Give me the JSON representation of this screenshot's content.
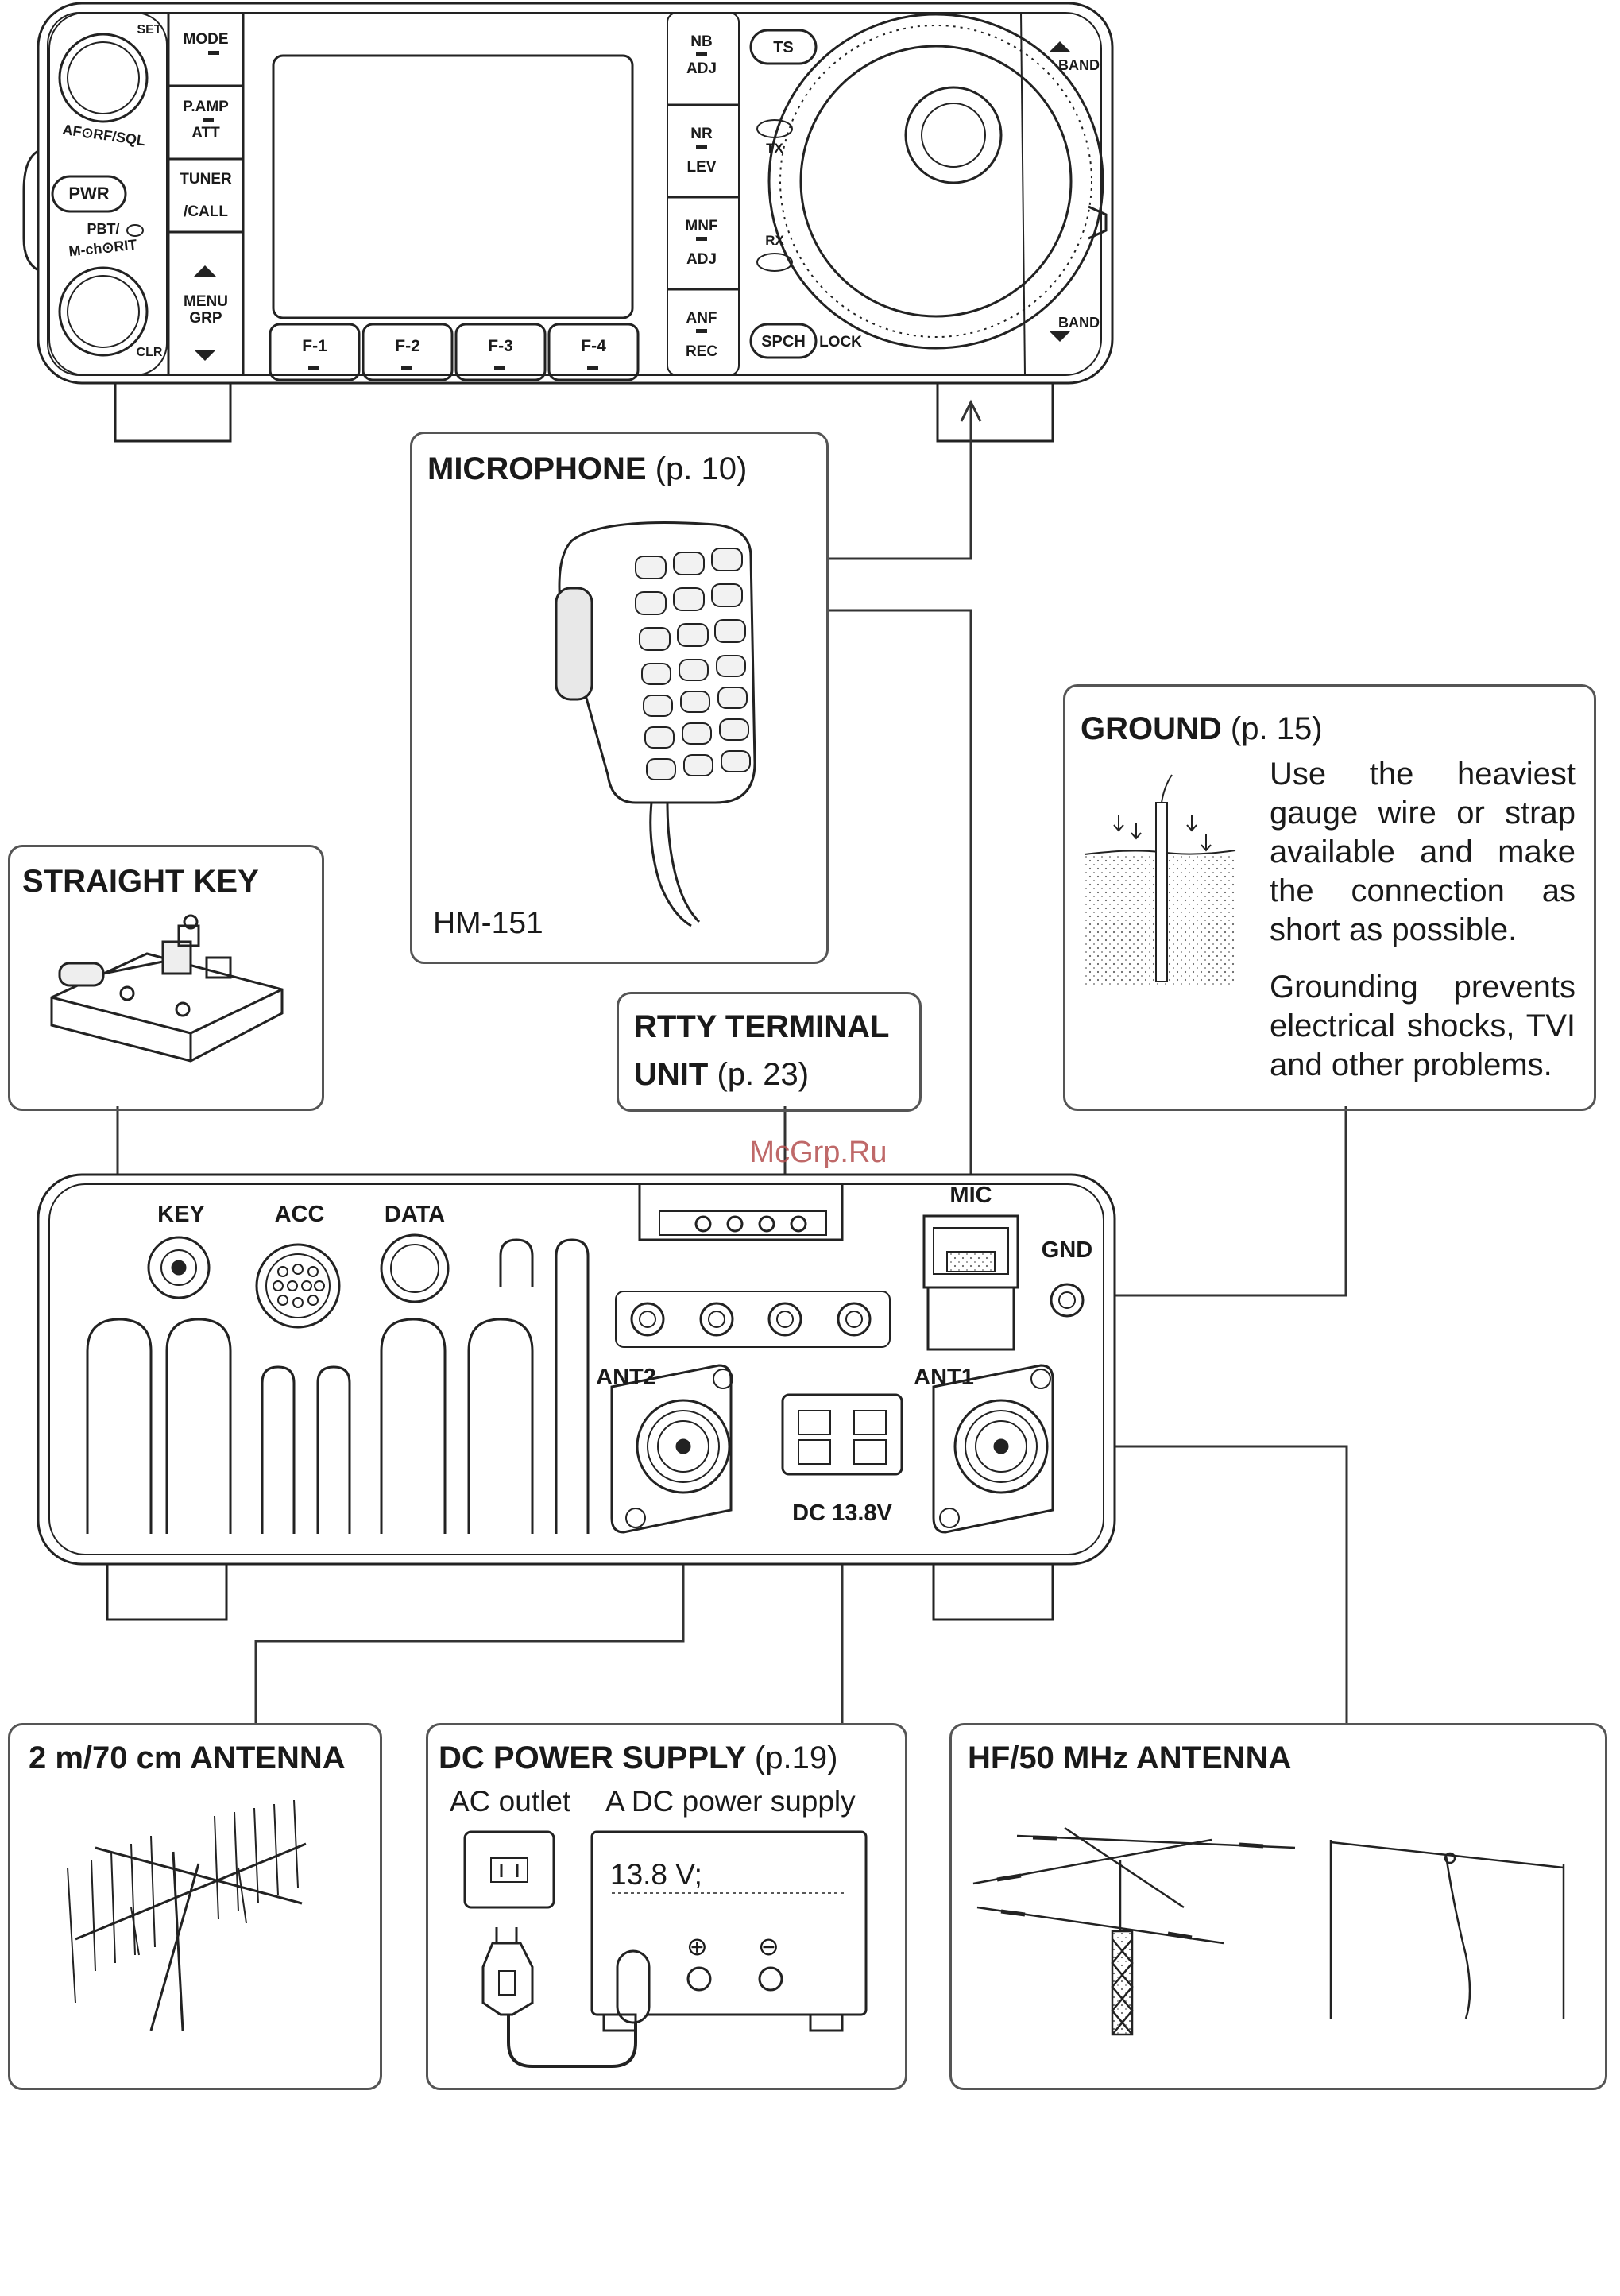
{
  "front_panel": {
    "knob_top_set": "SET",
    "knob_top_ring": "AF⊙RF/SQL",
    "pwr": "PWR",
    "pbt": "PBT/",
    "knob_bottom_ring": "M-ch⊙RIT",
    "clr": "CLR",
    "left_buttons": [
      "MODE",
      "P.AMP",
      "ATT",
      "TUNER",
      "/CALL",
      "MENU",
      "GRP"
    ],
    "f_keys": [
      "F-1",
      "F-2",
      "F-3",
      "F-4"
    ],
    "right_buttons": [
      {
        "top": "NB",
        "bottom": "ADJ"
      },
      {
        "top": "NR",
        "bottom": "LEV"
      },
      {
        "top": "MNF",
        "bottom": "ADJ"
      },
      {
        "top": "ANF",
        "bottom": "REC"
      }
    ],
    "ts": "TS",
    "tx": "TX",
    "rx": "RX",
    "spch": "SPCH",
    "lock": "LOCK",
    "band_up": "BAND",
    "band_down": "BAND"
  },
  "microphone": {
    "title": "MICROPHONE",
    "page": "(p. 10)",
    "model": "HM-151"
  },
  "straight_key": {
    "title": "STRAIGHT KEY"
  },
  "rtty": {
    "title_line1": "RTTY TERMINAL",
    "title_line2_bold": "UNIT",
    "page": "(p. 23)"
  },
  "ground": {
    "title": "GROUND",
    "page": "(p. 15)",
    "text1": [
      "Use the heaviest",
      "gauge wire or strap",
      "available and make",
      "the connection as",
      "short as possible."
    ],
    "text2": [
      "Grounding prevents",
      "electrical shocks, TVI",
      "and other problems."
    ]
  },
  "watermark": "McGrp.Ru",
  "rear_panel": {
    "key": "KEY",
    "acc": "ACC",
    "data": "DATA",
    "mic": "MIC",
    "gnd": "GND",
    "ant2": "ANT2",
    "ant1": "ANT1",
    "dc": "DC 13.8V"
  },
  "antenna_2m": {
    "title": "2 m/70 cm ANTENNA"
  },
  "dc_supply": {
    "title": "DC POWER SUPPLY",
    "page": "(p.19)",
    "ac_outlet": "AC outlet",
    "dc_label": "A DC power supply",
    "voltage": "13.8 V;",
    "plus": "⊕",
    "minus": "⊖"
  },
  "hf_antenna": {
    "title": "HF/50 MHz ANTENNA"
  }
}
